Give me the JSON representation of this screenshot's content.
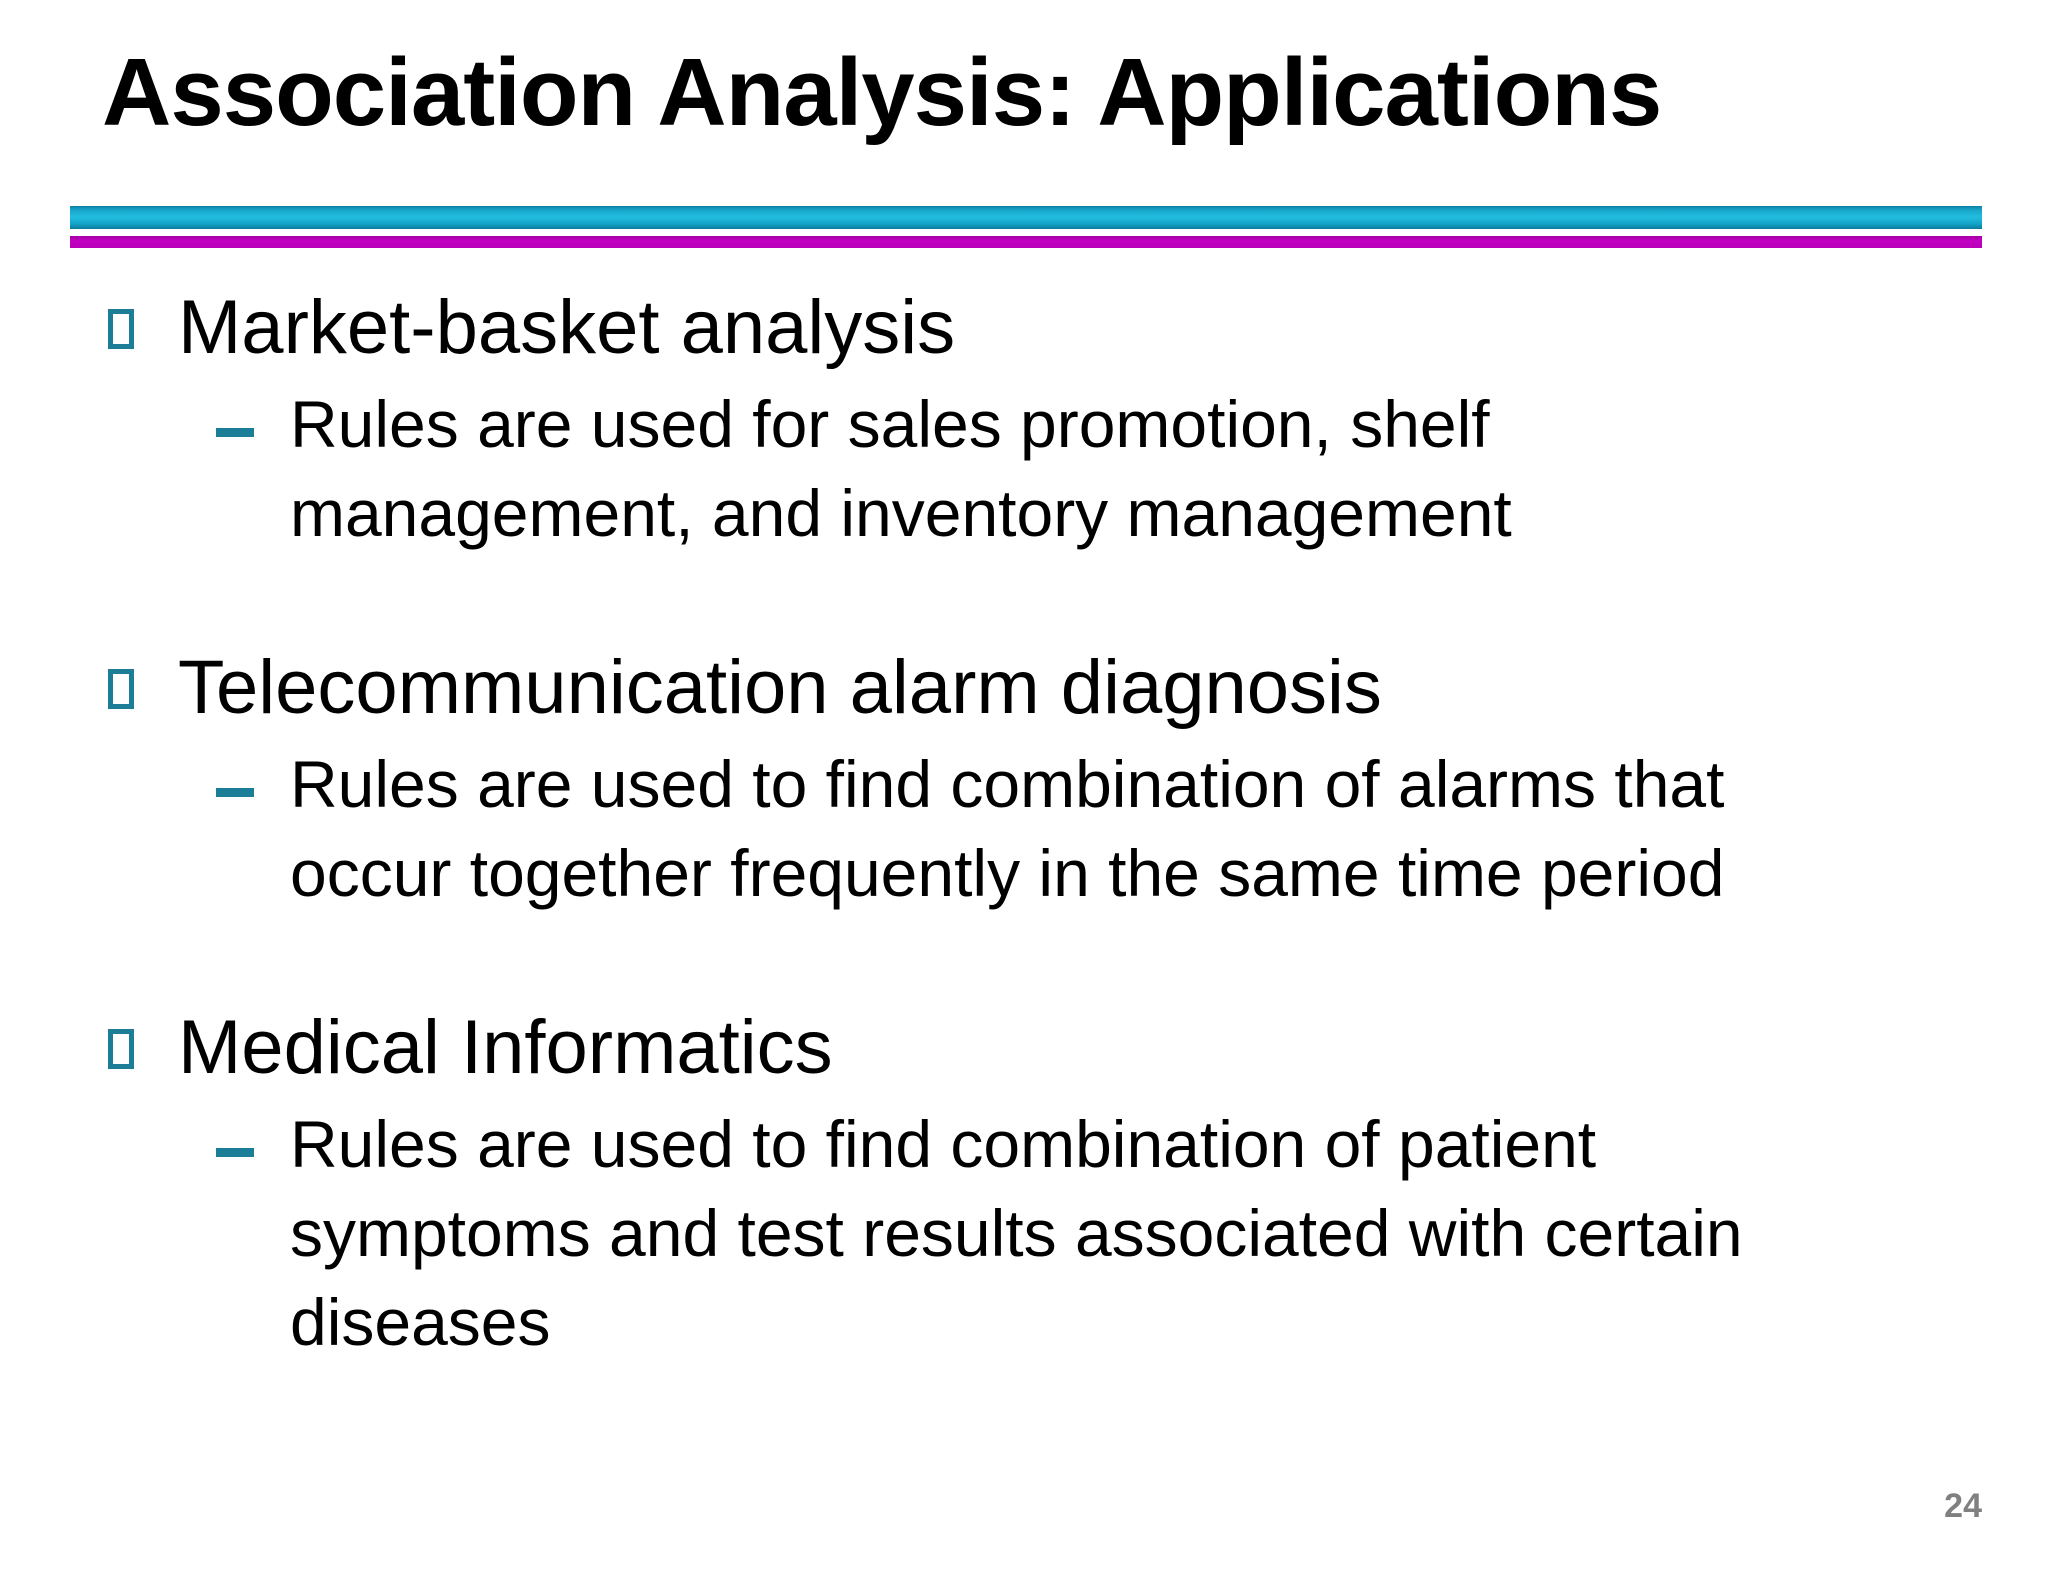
{
  "slide": {
    "title": "Association Analysis: Applications",
    "page_number": "24",
    "colors": {
      "rule_cyan": "#22bde0",
      "rule_magenta": "#c400c4",
      "bullet_marker": "#1b7e96",
      "title_text": "#000000",
      "body_text": "#000000",
      "page_number_text": "#808080",
      "background": "#ffffff"
    },
    "bullets": [
      {
        "marker": "hollow-square-bullet-icon",
        "text": "Market-basket analysis",
        "sub_bullets": [
          {
            "marker": "dash-bullet-icon",
            "text": "Rules are used for sales promotion, shelf management, and inventory management"
          }
        ]
      },
      {
        "marker": "hollow-square-bullet-icon",
        "text": "Telecommunication alarm diagnosis",
        "sub_bullets": [
          {
            "marker": "dash-bullet-icon",
            "text": "Rules are used to find combination of alarms that occur together frequently in the same time period"
          }
        ]
      },
      {
        "marker": "hollow-square-bullet-icon",
        "text": "Medical Informatics",
        "sub_bullets": [
          {
            "marker": "dash-bullet-icon",
            "text": "Rules are used to find combination of patient symptoms and test results associated with certain diseases"
          }
        ]
      }
    ]
  }
}
